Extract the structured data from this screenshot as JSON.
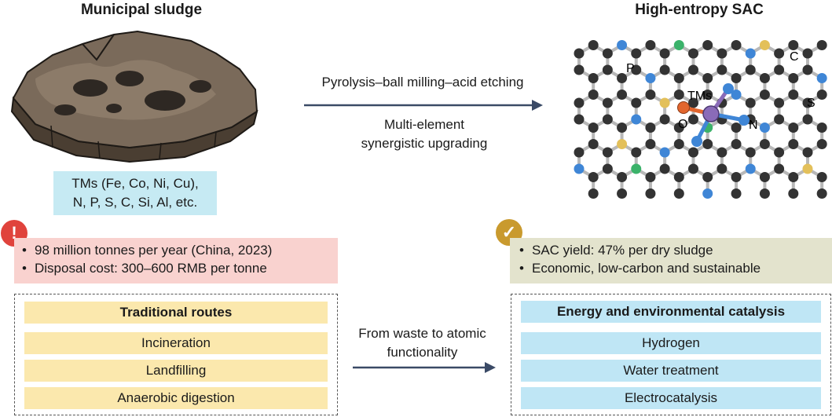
{
  "left": {
    "title": "Municipal sludge",
    "composition": [
      "TMs (Fe, Co, Ni, Cu),",
      "N, P, S, C, Si, Al, etc."
    ],
    "problem_icon": "exclamation-icon",
    "problems": [
      "98 million tonnes per year (China, 2023)",
      "Disposal cost: 300–600 RMB per tonne"
    ],
    "routes_title": "Traditional routes",
    "routes": [
      "Incineration",
      "Landfilling",
      "Anaerobic digestion"
    ]
  },
  "right": {
    "title": "High-entropy SAC",
    "atom_labels": {
      "p": "P",
      "c": "C",
      "s": "S",
      "tms": "TMs",
      "o": "O",
      "n": "N"
    },
    "benefit_icon": "checkmark-icon",
    "benefits": [
      "SAC yield: 47% per dry sludge",
      "Economic, low-carbon and sustainable"
    ],
    "apps_title": "Energy and environmental catalysis",
    "apps": [
      "Hydrogen",
      "Water treatment",
      "Electrocatalysis"
    ]
  },
  "top_arrow": {
    "label": "Pyrolysis–ball milling–acid etching",
    "sublabel": [
      "Multi-element",
      "synergistic upgrading"
    ]
  },
  "bottom_arrow": {
    "label": [
      "From waste to atomic",
      "functionality"
    ]
  },
  "colors": {
    "arrow": "#3a4a66",
    "tm_box": "#c6eaf3",
    "problem_box": "#f9d2cf",
    "problem_badge": "#e0433c",
    "benefit_box": "#e3e3cd",
    "benefit_badge": "#c99a2e",
    "route_yellow": "#fbe8ad",
    "route_blue": "#bfe6f5",
    "atom_c": "#333333",
    "atom_n": "#3f86d6",
    "atom_p": "#3bb26a",
    "atom_s": "#e3c05a",
    "atom_o": "#e2662e",
    "atom_tm": "#8a6bb8"
  }
}
